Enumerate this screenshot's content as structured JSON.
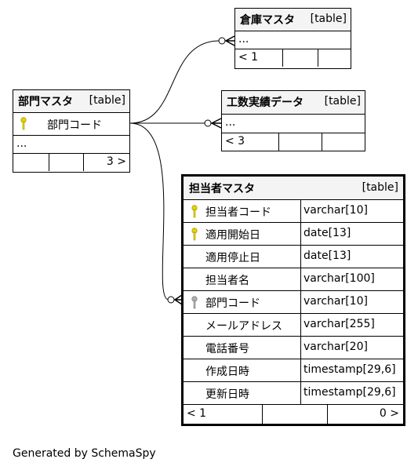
{
  "tables": {
    "souko": {
      "name": "倉庫マスタ",
      "kind": "[table]",
      "row": "...",
      "footer_left": "< 1"
    },
    "bumon": {
      "name": "部門マスタ",
      "kind": "[table]",
      "pk": "部門コード",
      "row": "...",
      "footer_right": "3 >"
    },
    "kousu": {
      "name": "工数実績データ",
      "kind": "[table]",
      "row": "...",
      "footer_left": "< 3"
    },
    "tantou": {
      "name": "担当者マスタ",
      "kind": "[table]",
      "columns": [
        {
          "name": "担当者コード",
          "type": "varchar[10]",
          "key": "primary"
        },
        {
          "name": "適用開始日",
          "type": "date[13]",
          "key": "primary"
        },
        {
          "name": "適用停止日",
          "type": "date[13]",
          "key": ""
        },
        {
          "name": "担当者名",
          "type": "varchar[100]",
          "key": ""
        },
        {
          "name": "部門コード",
          "type": "varchar[10]",
          "key": "foreign"
        },
        {
          "name": "メールアドレス",
          "type": "varchar[255]",
          "key": ""
        },
        {
          "name": "電話番号",
          "type": "varchar[20]",
          "key": ""
        },
        {
          "name": "作成日時",
          "type": "timestamp[29,6]",
          "key": ""
        },
        {
          "name": "更新日時",
          "type": "timestamp[29,6]",
          "key": ""
        }
      ],
      "footer_left": "< 1",
      "footer_right": "0 >"
    }
  },
  "colors": {
    "primary_key": "#e6d400",
    "foreign_key": "#b0b0b0",
    "header_bg": "#f4f4f4"
  },
  "footer_text": "Generated by SchemaSpy"
}
